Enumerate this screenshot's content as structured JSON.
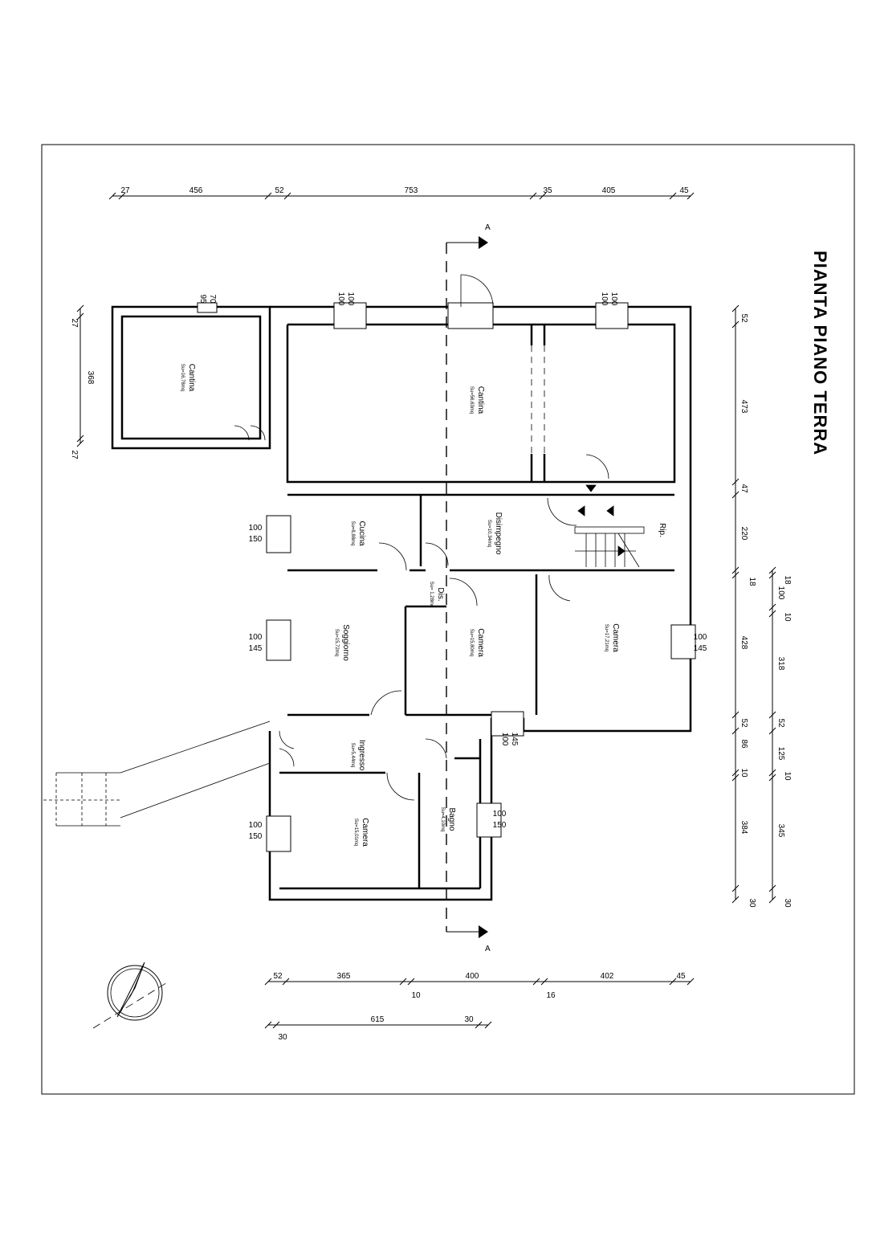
{
  "title": "PIANTA PIANO TERRA",
  "section_marker": "A",
  "rooms": [
    {
      "name": "Cantina",
      "area": "Su=16,78mq"
    },
    {
      "name": "Cantina",
      "area": "Su=56,63mq"
    },
    {
      "name": "Cucina",
      "area": "Su=8,88mq"
    },
    {
      "name": "Disimpegno",
      "area": "Su=10,34mq"
    },
    {
      "name": "Rip.",
      "area": ""
    },
    {
      "name": "Dis.",
      "area": "Su= 1,28mq"
    },
    {
      "name": "Soggiorno",
      "area": "Su=15,72mq"
    },
    {
      "name": "Camera",
      "area": "Su=15,80mq"
    },
    {
      "name": "Camera",
      "area": "Su=17,21mq"
    },
    {
      "name": "Ingresso",
      "area": "Su=5,44mq"
    },
    {
      "name": "Bagno",
      "area": "Su=4,10mq"
    },
    {
      "name": "Camera",
      "area": "Su=15,01mq"
    }
  ],
  "dims_top": [
    "27",
    "456",
    "52",
    "753",
    "35",
    "405",
    "45"
  ],
  "dims_bottom_row1": [
    "52",
    "365",
    "10",
    "400",
    "16",
    "402",
    "45"
  ],
  "dims_bottom_row2": [
    "615",
    "30",
    "30"
  ],
  "dims_right_outer": [
    "52",
    "473",
    "47",
    "220",
    "18",
    "428",
    "52",
    "86",
    "10",
    "384",
    "30"
  ],
  "dims_right_inner": [
    "18",
    "100",
    "10",
    "318",
    "52",
    "125",
    "10",
    "345",
    "30"
  ],
  "dims_left": [
    "27",
    "368",
    "27"
  ],
  "windows": [
    {
      "w": "95",
      "h": "70"
    },
    {
      "w": "100",
      "h": "100"
    },
    {
      "w": "100",
      "h": "100"
    },
    {
      "w": "100",
      "h": "150"
    },
    {
      "w": "100",
      "h": "145"
    },
    {
      "w": "100",
      "h": "145"
    },
    {
      "w": "100",
      "h": "145"
    },
    {
      "w": "100",
      "h": "150"
    },
    {
      "w": "100",
      "h": "150"
    }
  ]
}
